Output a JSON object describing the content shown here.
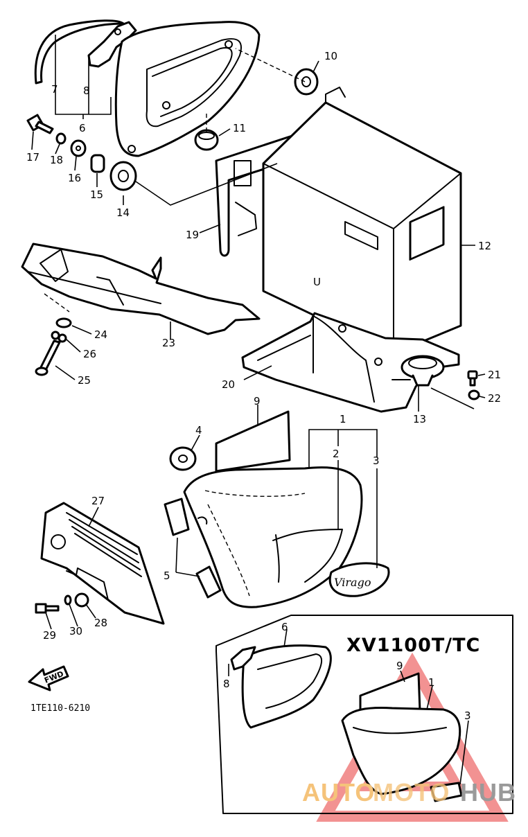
{
  "diagram_code": "1TE110-6210",
  "model_label": "XV1100T/TC",
  "fwd_label": "FWD",
  "emblem_text": "Virago",
  "watermark": {
    "left": "AUTO",
    "middle": "MOTO",
    "right": "HUB",
    "color_orange": "#f5c37a",
    "color_gray": "#9a9a9a",
    "color_red": "#e83a3a"
  },
  "callouts": {
    "p1": "1",
    "p2": "2",
    "p3": "3",
    "p4": "4",
    "p5": "5",
    "p6": "6",
    "p7": "7",
    "p8": "8",
    "p9": "9",
    "p10": "10",
    "p11": "11",
    "p12": "12",
    "p13": "13",
    "p14": "14",
    "p15": "15",
    "p16": "16",
    "p17": "17",
    "p18": "18",
    "p19": "19",
    "p20": "20",
    "p21": "21",
    "p22": "22",
    "p23": "23",
    "p24": "24",
    "p25": "25",
    "p26": "26",
    "p27": "27",
    "p28": "28",
    "p29": "29",
    "p30": "30"
  },
  "inset_callouts": {
    "p1": "1",
    "p3": "3",
    "p6": "6",
    "p8": "8",
    "p9": "9"
  }
}
